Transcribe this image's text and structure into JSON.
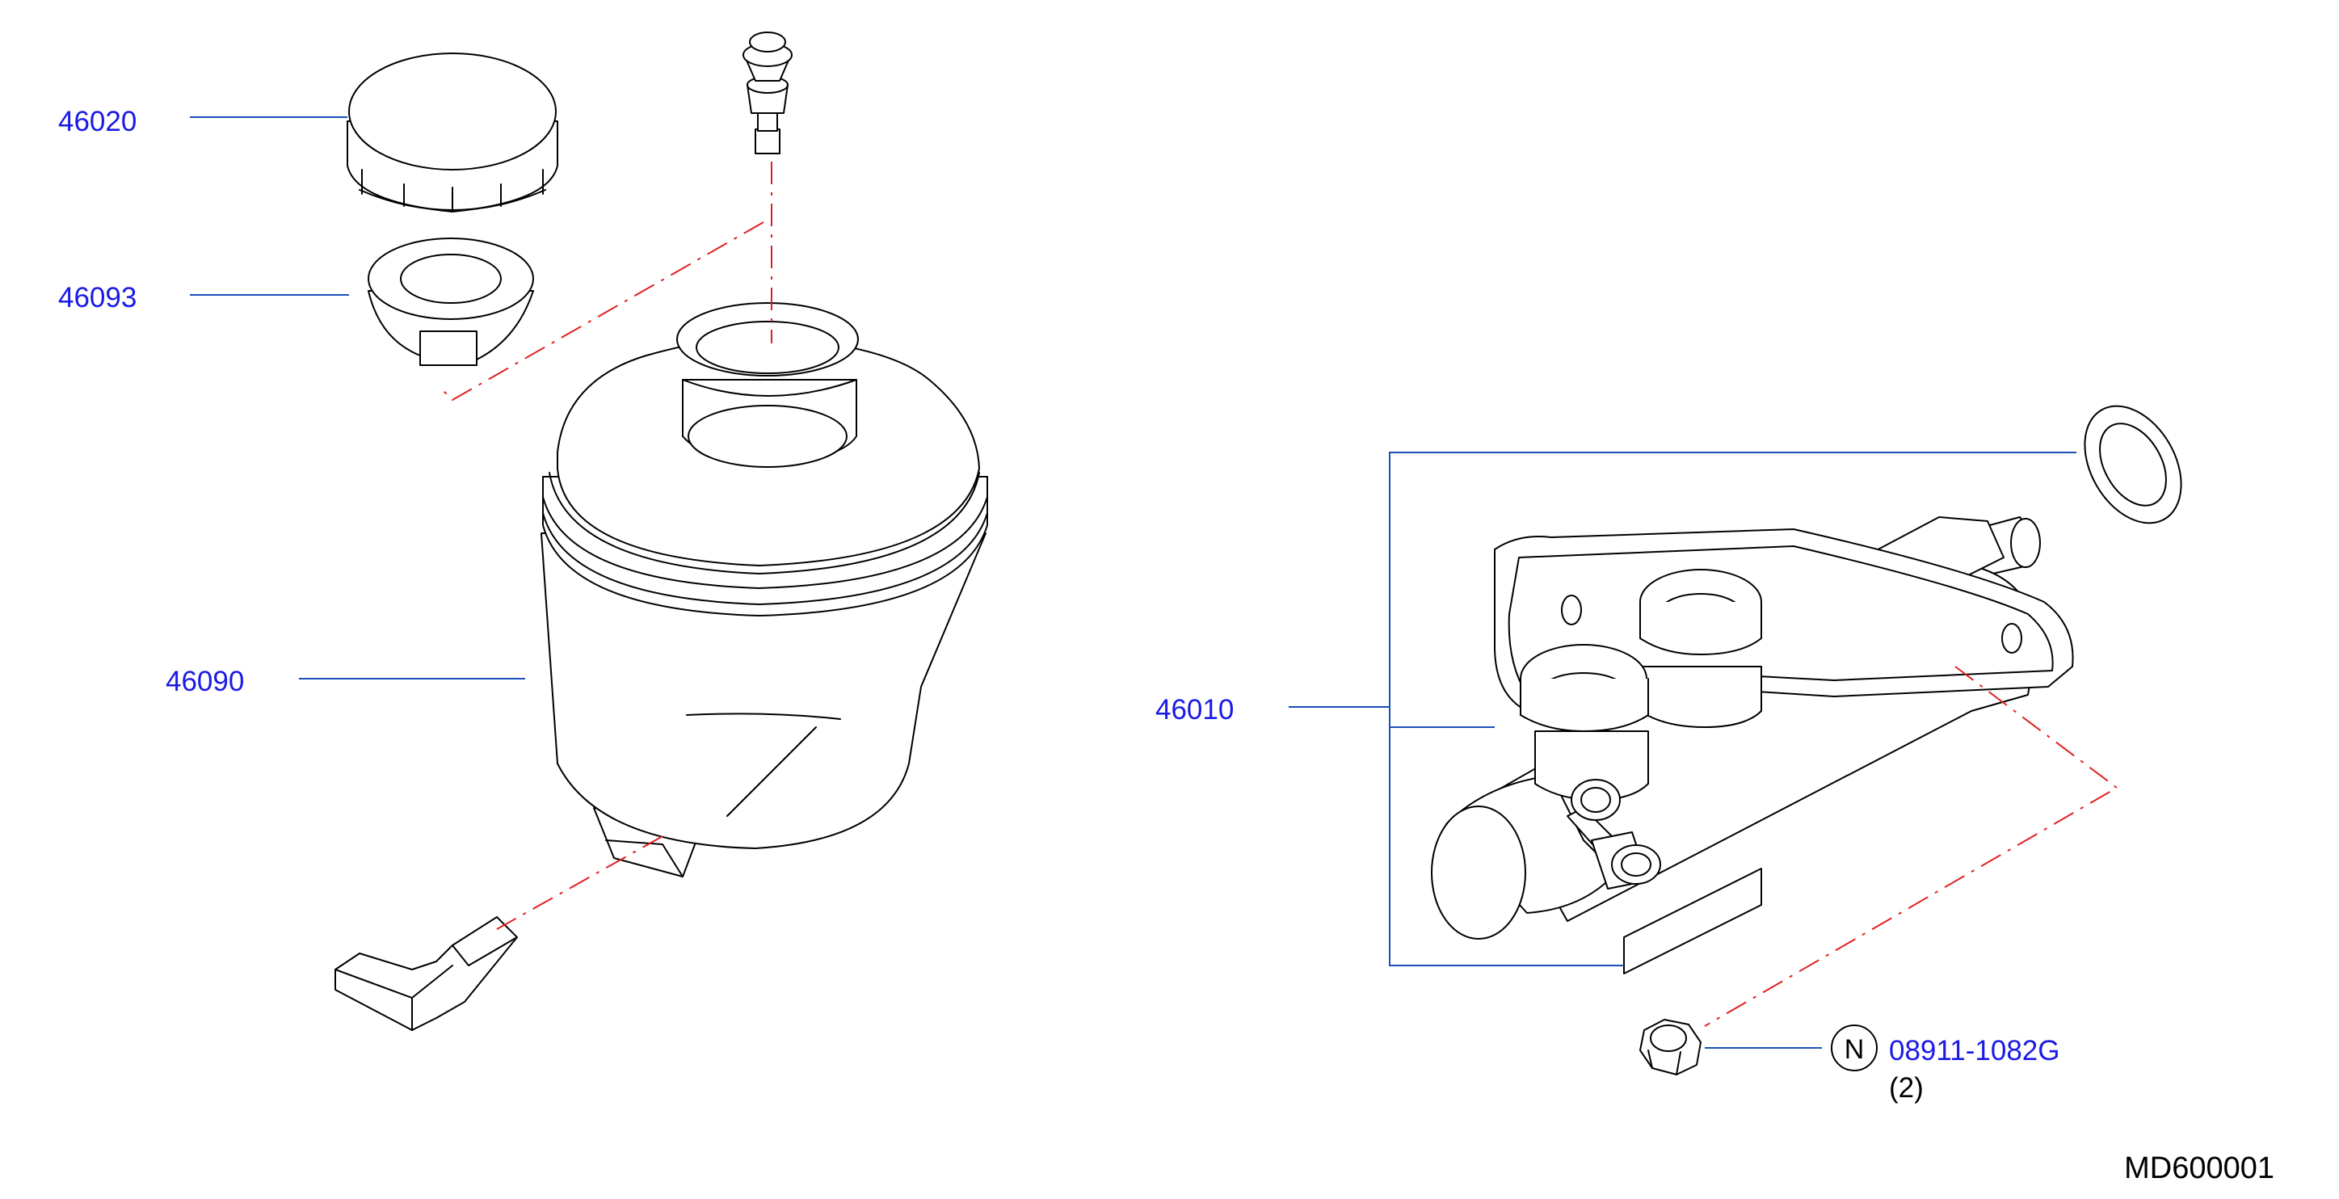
{
  "parts": {
    "cap": {
      "number": "46020"
    },
    "strainer": {
      "number": "46093"
    },
    "reservoir": {
      "number": "46090"
    },
    "master_cylinder": {
      "number": "46010"
    },
    "nut": {
      "symbol": "N",
      "number": "08911-1082G",
      "quantity": "(2)"
    }
  },
  "diagram_code": "MD600001",
  "colors": {
    "callout_text": "#1a1ae6",
    "leader_line": "#1a4fb8",
    "center_line": "#e02020",
    "outline": "#000000"
  }
}
